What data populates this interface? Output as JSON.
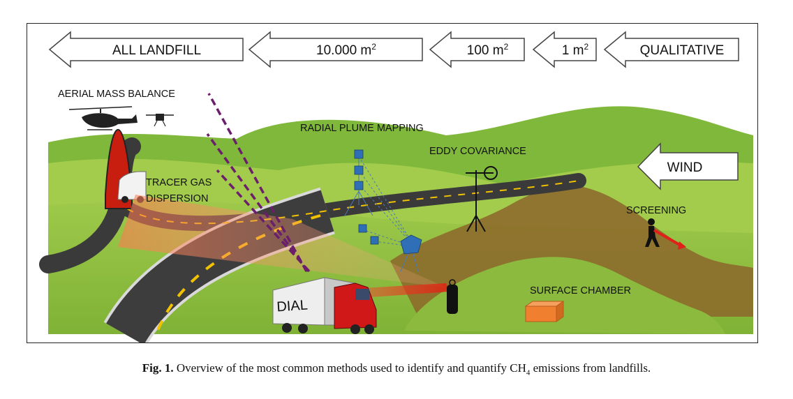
{
  "scale_arrows": [
    {
      "id": "all-landfill",
      "text": "ALL LANDFILL",
      "sup": ""
    },
    {
      "id": "10000",
      "text": "10.000 m",
      "sup": "2"
    },
    {
      "id": "100",
      "text": "100 m",
      "sup": "2"
    },
    {
      "id": "1",
      "text": "1 m",
      "sup": "2"
    },
    {
      "id": "qualitative",
      "text": "QUALITATIVE",
      "sup": ""
    }
  ],
  "wind_label": "WIND",
  "methods": {
    "aerial": "AERIAL MASS BALANCE",
    "tracer_line1": "TRACER GAS",
    "tracer_line2": "DISPERSION",
    "radial": "RADIAL PLUME MAPPING",
    "eddy": "EDDY COVARIANCE",
    "screening": "SCREENING",
    "surface": "SURFACE CHAMBER",
    "dial": "DIAL"
  },
  "caption": {
    "label": "Fig. 1.",
    "text_before": " Overview of the most common methods used to identify and quantify CH",
    "sub": "4",
    "text_after": " emissions from landfills."
  },
  "colors": {
    "sky": "#ffffff",
    "hill_green": "#8dbf3f",
    "field_green": "#a6cc4a",
    "landfill_brown": "#8a6a2a",
    "road": "#3d3d3d",
    "laser_purple": "#6a1f6a",
    "plume_red": "#e03a1a"
  }
}
